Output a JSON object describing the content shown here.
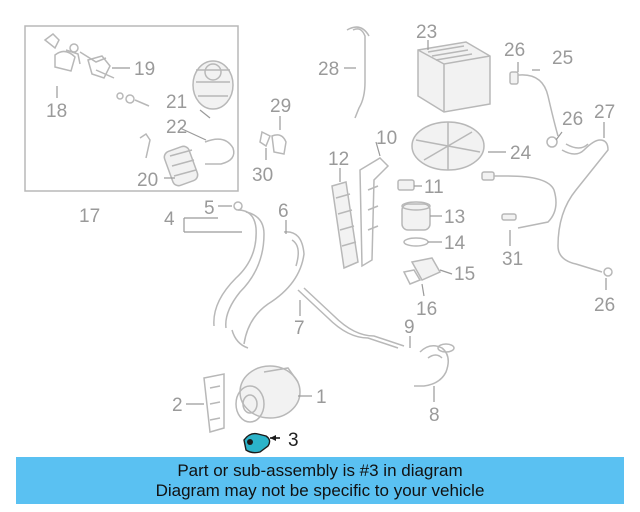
{
  "diagram": {
    "callouts": {
      "c1": "1",
      "c2": "2",
      "c3": "3",
      "c4": "4",
      "c5": "5",
      "c6": "6",
      "c7": "7",
      "c8": "8",
      "c9": "9",
      "c10": "10",
      "c11": "11",
      "c12": "12",
      "c13": "13",
      "c14": "14",
      "c15": "15",
      "c16": "16",
      "c17": "17",
      "c18": "18",
      "c19": "19",
      "c20": "20",
      "c21": "21",
      "c22": "22",
      "c23": "23",
      "c24": "24",
      "c25": "25",
      "c26a": "26",
      "c26b": "26",
      "c26c": "26",
      "c27": "27",
      "c28": "28",
      "c29": "29",
      "c30": "30",
      "c31": "31"
    },
    "highlighted_part": "3",
    "highlight_color": "#2bb3c9"
  },
  "banner": {
    "line1": "Part or sub-assembly is #3 in diagram",
    "line2": "Diagram may not be specific to your vehicle",
    "background": "#5ac1f2"
  }
}
